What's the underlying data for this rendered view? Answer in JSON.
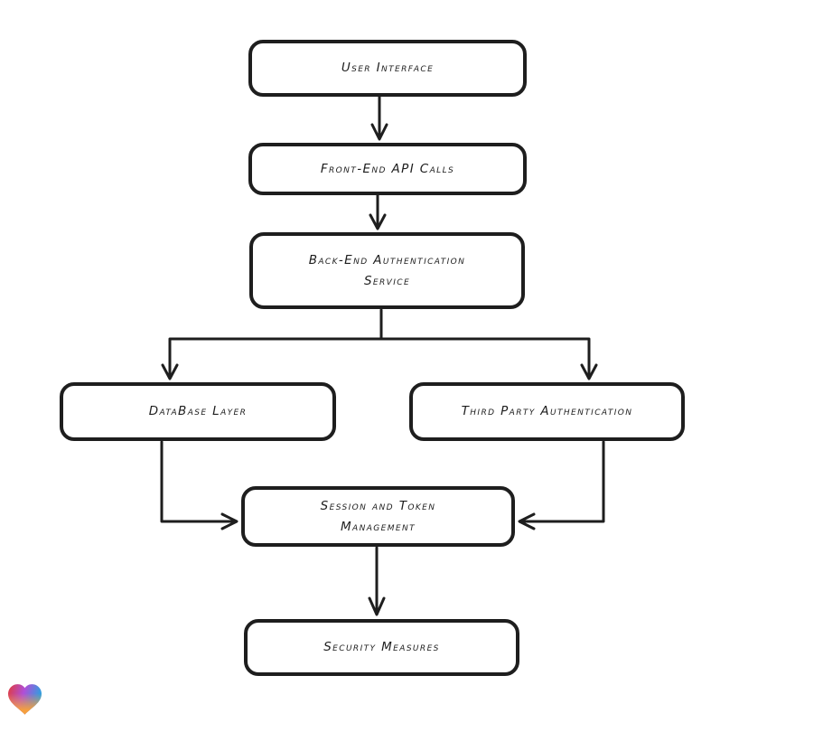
{
  "diagram": {
    "ink": "#1e1e1e",
    "background": "#ffffff",
    "node_fill": "#ffffff",
    "nodes": [
      {
        "id": "user-interface",
        "label": "User Interface"
      },
      {
        "id": "front-end-api-calls",
        "label": "Front-End API Calls"
      },
      {
        "id": "back-end-authentication-service",
        "label": "Back-End Authentication\nService"
      },
      {
        "id": "database-layer",
        "label": "DataBase Layer"
      },
      {
        "id": "third-party-authentication",
        "label": "Third Party Authentication"
      },
      {
        "id": "session-and-token-management",
        "label": "Session and Token\nManagement"
      },
      {
        "id": "security-measures",
        "label": "Security Measures"
      }
    ],
    "edges": [
      {
        "from": "user-interface",
        "to": "front-end-api-calls"
      },
      {
        "from": "front-end-api-calls",
        "to": "back-end-authentication-service"
      },
      {
        "from": "back-end-authentication-service",
        "to": "database-layer"
      },
      {
        "from": "back-end-authentication-service",
        "to": "third-party-authentication"
      },
      {
        "from": "database-layer",
        "to": "session-and-token-management"
      },
      {
        "from": "third-party-authentication",
        "to": "session-and-token-management"
      },
      {
        "from": "session-and-token-management",
        "to": "security-measures"
      }
    ]
  },
  "logo": {
    "name": "gradient-heart-badge",
    "colors": {
      "red": "#e23b3b",
      "purple": "#b04fd8",
      "blue": "#2e9fe0",
      "orange": "#f59f3f"
    }
  }
}
